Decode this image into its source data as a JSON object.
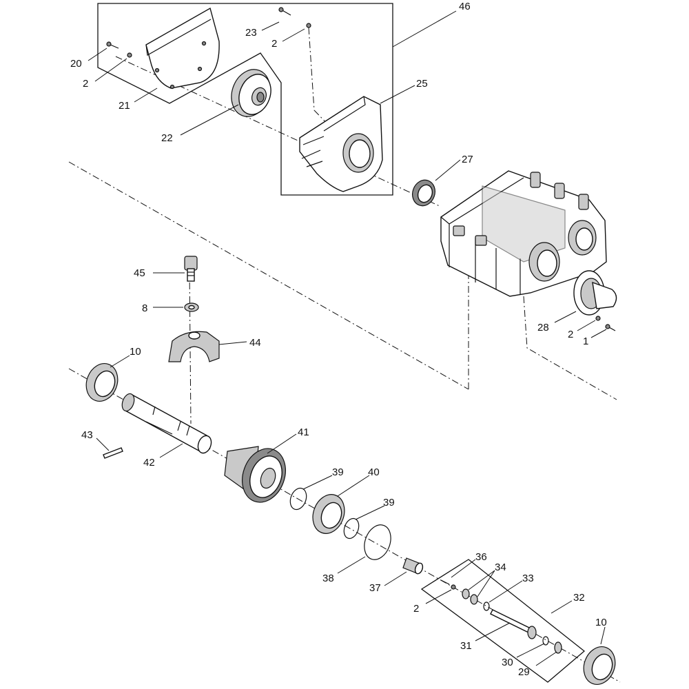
{
  "callouts": {
    "c46": "46",
    "c23": "23",
    "c2a": "2",
    "c20": "20",
    "c2b": "2",
    "c21": "21",
    "c22": "22",
    "c25": "25",
    "c27": "27",
    "c45": "45",
    "c8": "8",
    "c44": "44",
    "c10a": "10",
    "c28": "28",
    "c2c": "2",
    "c1": "1",
    "c43": "43",
    "c42": "42",
    "c41": "41",
    "c39a": "39",
    "c40": "40",
    "c39b": "39",
    "c38": "38",
    "c37": "37",
    "c36": "36",
    "c34": "34",
    "c33": "33",
    "c32": "32",
    "c2d": "2",
    "c31": "31",
    "c10b": "10",
    "c30": "30",
    "c29": "29"
  }
}
